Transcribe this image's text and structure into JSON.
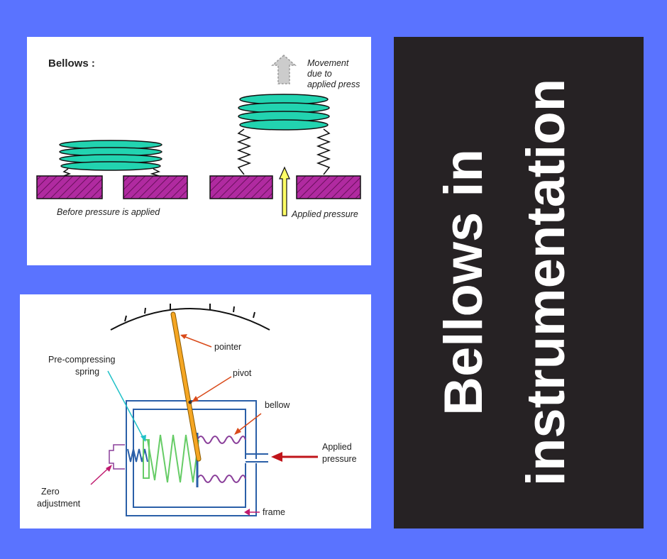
{
  "title": {
    "line1": "Bellows in",
    "line2": "instrumentation"
  },
  "top_diagram": {
    "heading": "Bellows :",
    "movement_label": [
      "Movement",
      "due to",
      "applied press"
    ],
    "before_label": "Before pressure is applied",
    "applied_label": "Applied pressure"
  },
  "bottom_diagram": {
    "pointer": "pointer",
    "pivot": "pivot",
    "bellow": "bellow",
    "pre_spring": [
      "Pre-compressing",
      "spring"
    ],
    "applied": [
      "Applied",
      "pressure"
    ],
    "zero": [
      "Zero",
      "adjustment"
    ],
    "frame": "frame"
  },
  "colors": {
    "background": "#5a73ff",
    "title_panel": "#262224",
    "bellows": "#22d3b0",
    "base": "#b02aa0",
    "arrow_yellow": "#ffff66",
    "pointer": "#f5a623",
    "red_arrow": "#c0141a",
    "spring_green": "#66cc66",
    "frame_blue": "#2a5fa8"
  }
}
